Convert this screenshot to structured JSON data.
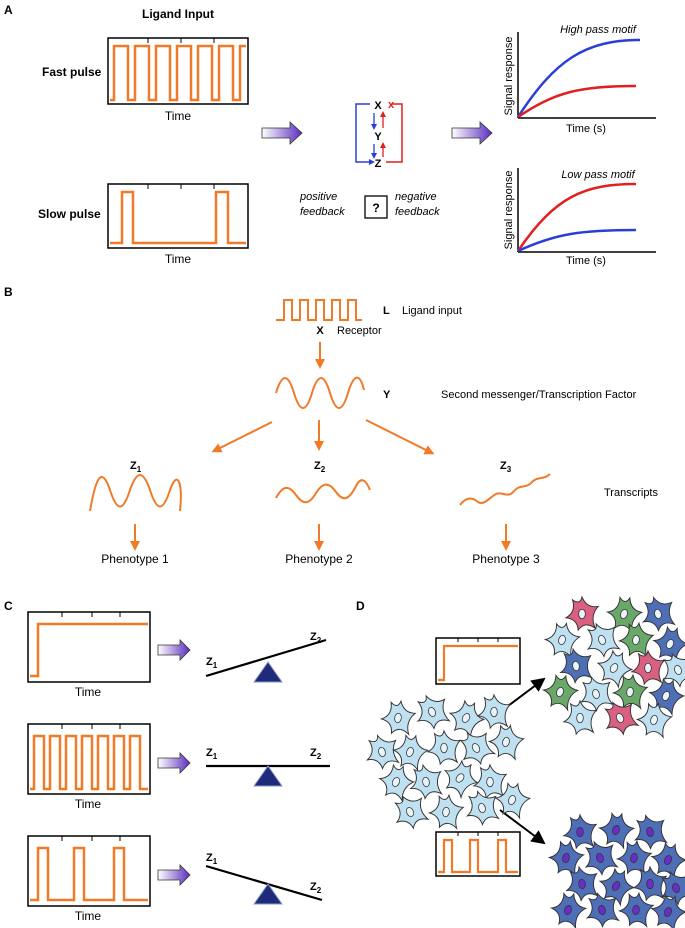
{
  "colors": {
    "orange": "#f07a28",
    "blue": "#2b3fd6",
    "red": "#e01f1f",
    "black": "#000000",
    "arrow_gradient_start": "#ffffff",
    "arrow_gradient_end": "#5a2dbf",
    "fulcrum": "#1f2a7a",
    "cell_light_blue": "#bfe0f0",
    "cell_nucleus_light": "#e8f4f8",
    "cell_dark_blue": "#4e6fb5",
    "cell_nucleus_purple": "#6b2dc8",
    "cell_pink": "#d96080",
    "cell_green": "#6aa86a"
  },
  "panel_a": {
    "letter": "A",
    "ligand_input_title": "Ligand Input",
    "fast_pulse_label": "Fast pulse",
    "slow_pulse_label": "Slow pulse",
    "time_label_fast": "Time",
    "time_label_slow": "Time",
    "motif": {
      "node_x": "X",
      "node_y": "Y",
      "node_z": "Z",
      "positive_feedback": "positive\nfeedback",
      "positive_line1": "positive",
      "positive_line2": "feedback",
      "negative_line1": "negative",
      "negative_line2": "feedback",
      "question_mark": "?"
    },
    "high_pass": {
      "title": "High pass motif",
      "ylabel": "Signal response",
      "xlabel": "Time (s)"
    },
    "low_pass": {
      "title": "Low pass motif",
      "ylabel": "Signal response",
      "xlabel": "Time (s)"
    }
  },
  "panel_b": {
    "letter": "B",
    "l_symbol": "L",
    "ligand_input": "Ligand input",
    "x_symbol": "X",
    "receptor": "Receptor",
    "y_symbol": "Y",
    "second_messenger": "Second messenger/Transcription Factor",
    "z1": "Z",
    "z1_sub": "1",
    "z2": "Z",
    "z2_sub": "2",
    "z3": "Z",
    "z3_sub": "3",
    "transcripts": "Transcripts",
    "phenotype1": "Phenotype 1",
    "phenotype2": "Phenotype 2",
    "phenotype3": "Phenotype 3"
  },
  "panel_c": {
    "letter": "C",
    "time_1": "Time",
    "time_2": "Time",
    "time_3": "Time",
    "z_label": "Z",
    "sub1": "1",
    "sub2": "2"
  },
  "panel_d": {
    "letter": "D"
  }
}
